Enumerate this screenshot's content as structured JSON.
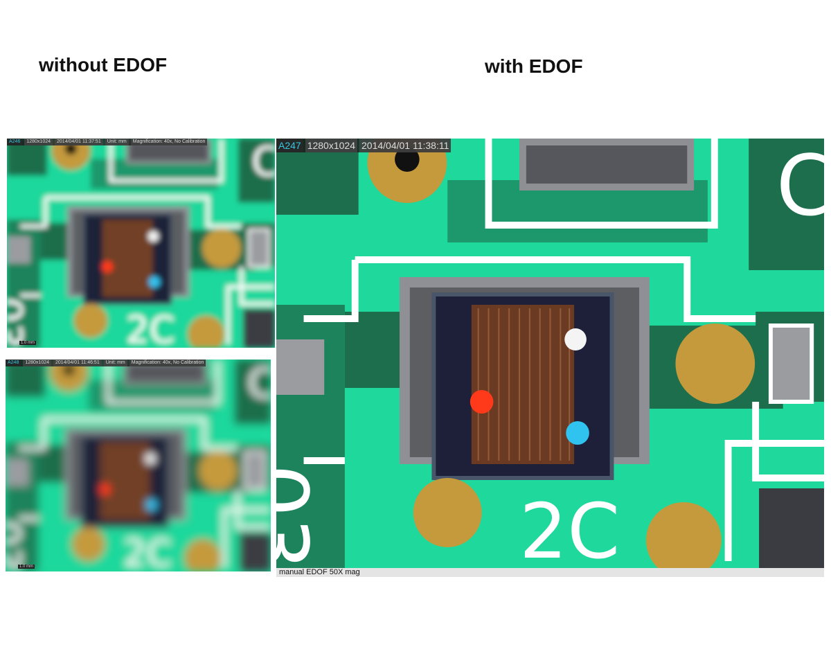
{
  "headings": {
    "left": "without EDOF",
    "right": "with EDOF"
  },
  "images": [
    {
      "id": "A246",
      "resolution": "1280x1024",
      "timestamp": "2014/04/01 11:37:51",
      "unit": "Unit: mm",
      "magnification": "Magnification:  40x, No Calibration",
      "scale": "1.0 mm"
    },
    {
      "id": "A248",
      "resolution": "1280x1024",
      "timestamp": "2014/04/01 11:46:51",
      "unit": "Unit: mm",
      "magnification": "Magnification:  40x, No Calibration",
      "scale": "1.0 mm"
    },
    {
      "id": "A247",
      "resolution": "1280x1024",
      "timestamp": "2014/04/01 11:38:11",
      "caption": "manual EDOF 50X mag"
    }
  ],
  "colors": {
    "board": "#1fd89c",
    "dark_board": "#1d6e4c",
    "pad": "#c49a3c",
    "chip": "#1d2038",
    "coil": "#6b3a22"
  }
}
